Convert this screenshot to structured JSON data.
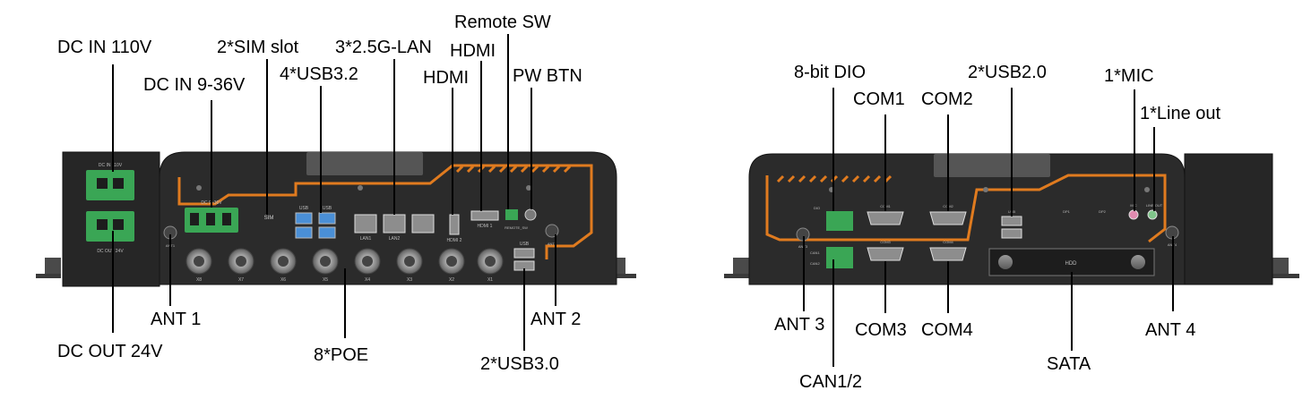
{
  "front_panel": {
    "labels": {
      "dc_in_110v": "DC IN 110V",
      "dc_in_9_36v": "DC IN 9-36V",
      "sim_slot": "2*SIM slot",
      "usb32": "4*USB3.2",
      "lan": "3*2.5G-LAN",
      "hdmi_top": "HDMI",
      "hdmi": "HDMI",
      "remote_sw": "Remote SW",
      "pw_btn": "PW BTN",
      "ant1": "ANT 1",
      "dc_out_24v": "DC OUT 24V",
      "poe": "8*POE",
      "ant2": "ANT 2",
      "usb30": "2*USB3.0"
    },
    "silkscreen": {
      "dc_in_110v": "DC IN 110V",
      "dc_out_24v": "DC OUT 24V",
      "dc_9_36v": "DC 9~36V",
      "sim": "SIM",
      "usb": "USB",
      "lan1": "LAN1",
      "lan2": "LAN2",
      "hdmi1": "HDMI 1",
      "hdmi2": "HDMI 2",
      "remote_sw": "REMOTE_SW",
      "ant1": "ANT1",
      "ant2": "ANT2",
      "poe_ports": [
        "X8",
        "X7",
        "X6",
        "X5",
        "X4",
        "X3",
        "X2",
        "X1"
      ]
    }
  },
  "rear_panel": {
    "labels": {
      "dio": "8-bit DIO",
      "com1": "COM1",
      "com2": "COM2",
      "usb20": "2*USB2.0",
      "mic": "1*MIC",
      "line_out": "1*Line out",
      "ant3": "ANT 3",
      "com3": "COM3",
      "com4": "COM4",
      "sata": "SATA",
      "ant4": "ANT 4",
      "can": "CAN1/2"
    },
    "silkscreen": {
      "dio": "DIO",
      "can1": "CAN1",
      "can2": "CAN2",
      "com1": "COM1",
      "com2": "COM2",
      "com3": "COM3",
      "com4": "COM4",
      "usb": "USB",
      "dp1": "DP1",
      "dp2": "DP2",
      "mic": "MIC",
      "line_out": "LINE OUT",
      "hdd": "HDD",
      "ant3": "ANT3",
      "ant4": "ANT4"
    }
  },
  "colors": {
    "chassis": "#2b2b2b",
    "chassis_edge": "#1a1a1a",
    "accent_trace": "#e07b1f",
    "terminal_green": "#3aa655",
    "usb_blue": "#4a8fd6",
    "port_grey": "#8d8d8d"
  }
}
